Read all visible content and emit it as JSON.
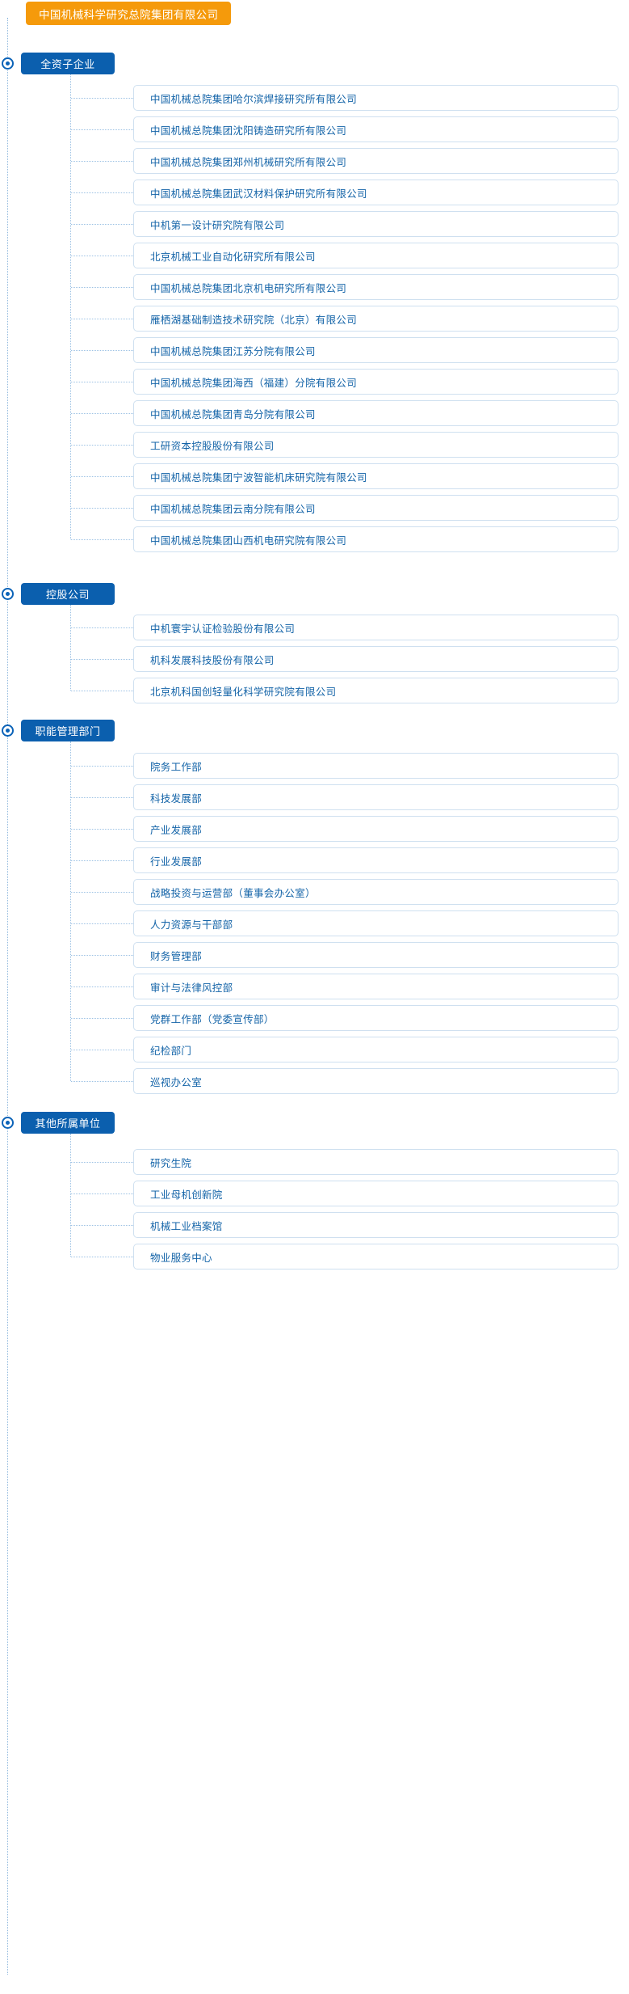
{
  "root": {
    "label": "中国机械科学研究总院集团有限公司",
    "color": "#f59a0b"
  },
  "theme": {
    "section_blue": "#0b5fae",
    "item_text_blue": "#1464a8",
    "item_border": "#cfe0f0",
    "connector": "#9dc2e4",
    "marker_blue": "#0b63b8"
  },
  "sections": [
    {
      "label": "全资子企业",
      "items": [
        {
          "label": "中国机械总院集团哈尔滨焊接研究所有限公司"
        },
        {
          "label": "中国机械总院集团沈阳铸造研究所有限公司"
        },
        {
          "label": "中国机械总院集团郑州机械研究所有限公司"
        },
        {
          "label": "中国机械总院集团武汉材料保护研究所有限公司"
        },
        {
          "label": "中机第一设计研究院有限公司"
        },
        {
          "label": "北京机械工业自动化研究所有限公司"
        },
        {
          "label": "中国机械总院集团北京机电研究所有限公司"
        },
        {
          "label": "雁栖湖基础制造技术研究院（北京）有限公司"
        },
        {
          "label": "中国机械总院集团江苏分院有限公司"
        },
        {
          "label": "中国机械总院集团海西（福建）分院有限公司"
        },
        {
          "label": "中国机械总院集团青岛分院有限公司"
        },
        {
          "label": "工研资本控股股份有限公司"
        },
        {
          "label": "中国机械总院集团宁波智能机床研究院有限公司"
        },
        {
          "label": "中国机械总院集团云南分院有限公司"
        },
        {
          "label": "中国机械总院集团山西机电研究院有限公司"
        }
      ]
    },
    {
      "label": "控股公司",
      "items": [
        {
          "label": "中机寰宇认证检验股份有限公司"
        },
        {
          "label": "机科发展科技股份有限公司"
        },
        {
          "label": "北京机科国创轻量化科学研究院有限公司"
        }
      ]
    },
    {
      "label": "职能管理部门",
      "items": [
        {
          "label": "院务工作部"
        },
        {
          "label": "科技发展部"
        },
        {
          "label": "产业发展部"
        },
        {
          "label": "行业发展部"
        },
        {
          "label": "战略投资与运营部（董事会办公室）"
        },
        {
          "label": "人力资源与干部部"
        },
        {
          "label": "财务管理部"
        },
        {
          "label": "审计与法律风控部"
        },
        {
          "label": "党群工作部（党委宣传部）"
        },
        {
          "label": "纪检部门"
        },
        {
          "label": "巡视办公室"
        }
      ]
    },
    {
      "label": "其他所属单位",
      "items": [
        {
          "label": "研究生院"
        },
        {
          "label": "工业母机创新院"
        },
        {
          "label": "机械工业档案馆"
        },
        {
          "label": "物业服务中心"
        }
      ]
    }
  ]
}
